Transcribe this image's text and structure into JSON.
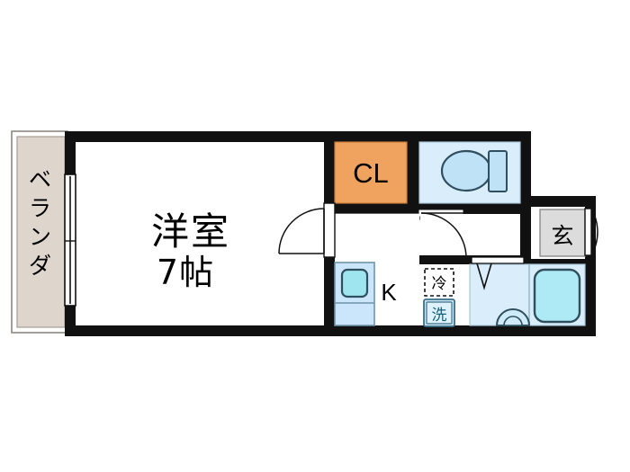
{
  "plan": {
    "title": "apartment-floor-plan",
    "colors": {
      "wall": "#111111",
      "balcony_fill": "#DED5CC",
      "balcony_border": "#8d8780",
      "closet_fill": "#F0A35E",
      "closet_border": "#c97c38",
      "wet_fill": "#DAEDFB",
      "wet_border": "#a9c8dd",
      "fixture_fill": "#BFE2F7",
      "fixture_border": "#2f4f5f",
      "basin_fill": "#9FE5EF",
      "entry_fill": "#DCDCDC",
      "entry_border": "#8a8a8a",
      "door_line": "#111111",
      "text": "#000000",
      "appliance_text": "#16607a"
    },
    "rooms": [
      {
        "id": "balcony",
        "label": "ベランダ",
        "orientation": "vertical"
      },
      {
        "id": "main-room",
        "label_name": "洋室",
        "label_size": "7帖"
      },
      {
        "id": "closet",
        "label": "CL"
      },
      {
        "id": "toilet",
        "label": ""
      },
      {
        "id": "kitchen",
        "label": "K"
      },
      {
        "id": "entrance",
        "label": "玄"
      },
      {
        "id": "bathroom",
        "label": ""
      }
    ],
    "appliances": [
      {
        "id": "refrigerator",
        "label": "冷",
        "style": "dashed"
      },
      {
        "id": "washer",
        "label": "洗",
        "style": "solid"
      }
    ],
    "fixtures": [
      {
        "id": "toilet-bowl",
        "label": ""
      },
      {
        "id": "toilet-tank",
        "label": ""
      },
      {
        "id": "kitchen-sink",
        "label": ""
      },
      {
        "id": "bathtub",
        "label": ""
      },
      {
        "id": "wash-basin",
        "label": ""
      }
    ],
    "openings": [
      {
        "id": "balcony-window",
        "type": "sliding-window"
      },
      {
        "id": "room-entry-door",
        "type": "swing-door"
      },
      {
        "id": "closet-door",
        "type": "folding-door"
      },
      {
        "id": "toilet-door",
        "type": "swing-door"
      },
      {
        "id": "entrance-door",
        "type": "swing-door"
      },
      {
        "id": "bathroom-door",
        "type": "folding-door"
      }
    ]
  }
}
